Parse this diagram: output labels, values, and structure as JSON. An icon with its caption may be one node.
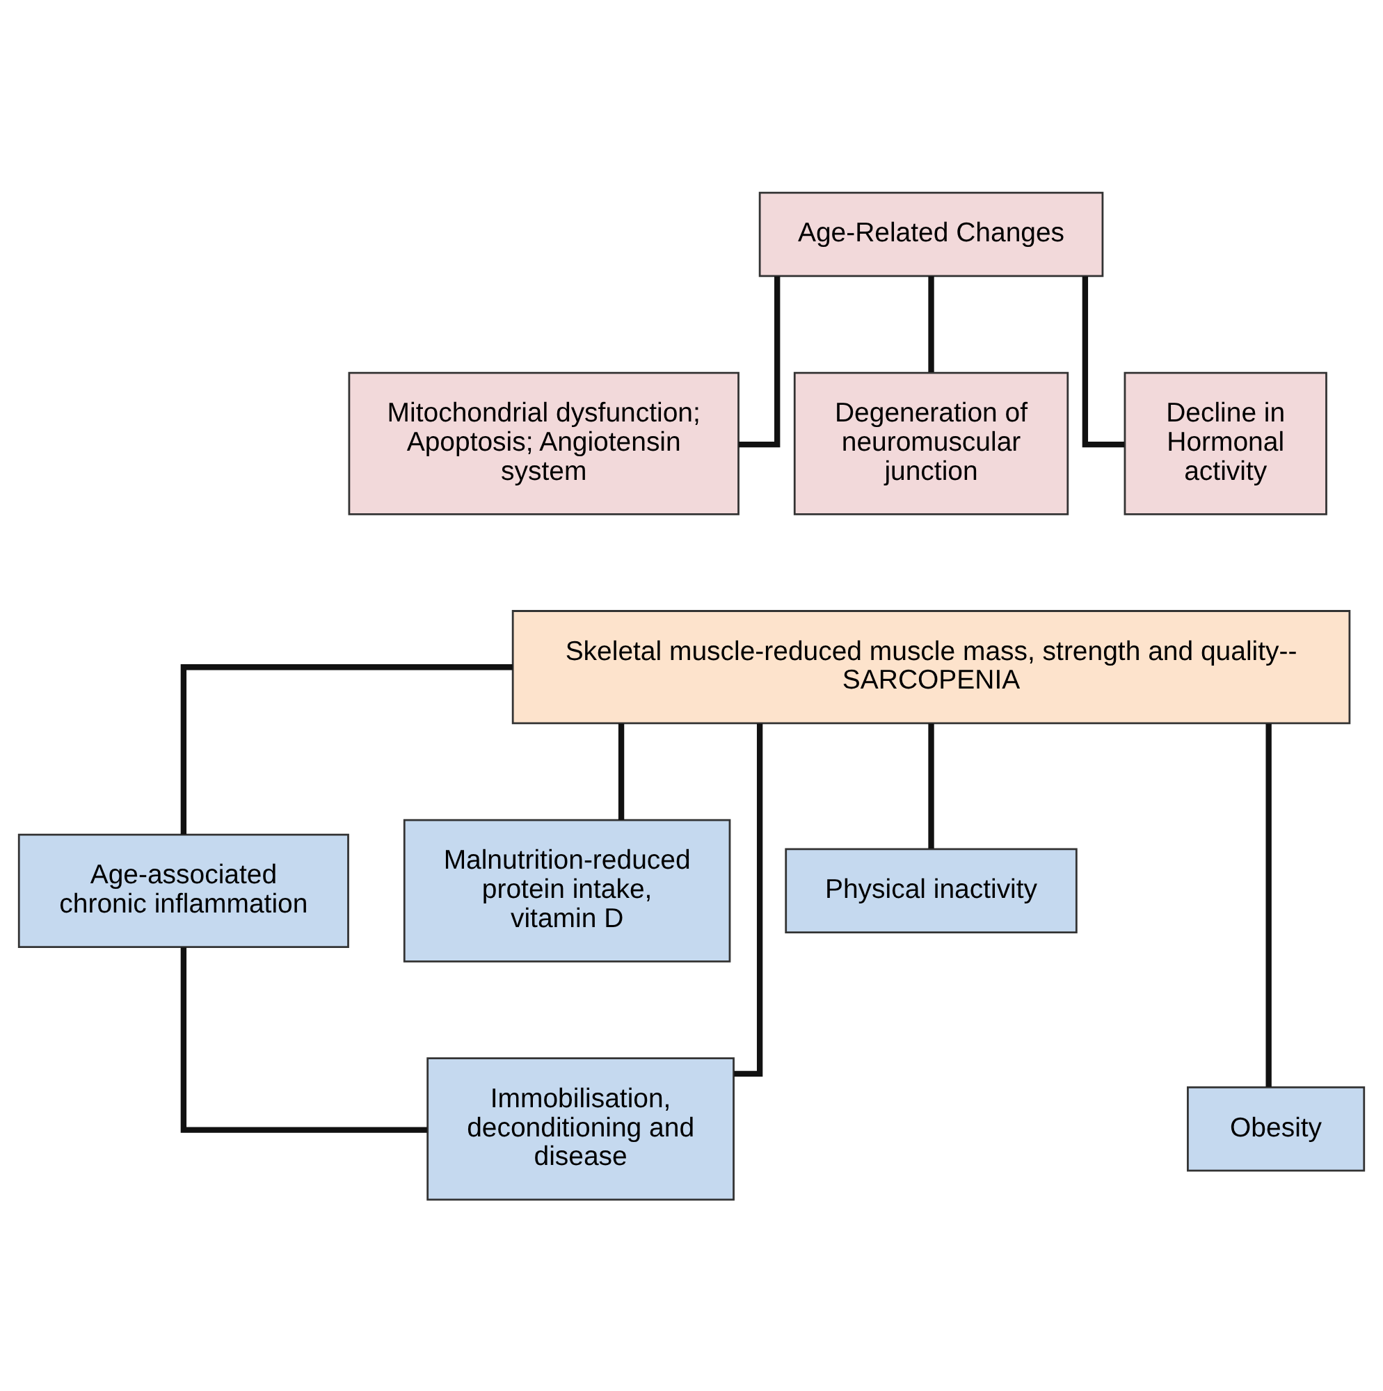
{
  "diagram": {
    "nodes": [
      {
        "text": [
          "Age-Related Changes"
        ]
      },
      {
        "text": [
          "Mitochondrial dysfunction; Apoptosis; Angiotensin system"
        ]
      },
      {
        "text": [
          "Degeneration of neuromuscular junction"
        ]
      },
      {
        "text": [
          "Decline in Hormonal activity"
        ]
      },
      {
        "text": [
          "Skeletal muscle-reduced muscle mass, strength and quality-- SARCOPENIA"
        ]
      },
      {
        "text": [
          "Age-associated chronic inflammation"
        ]
      },
      {
        "text": [
          "Malnutrition-reduced protein intake, vitamin D"
        ]
      },
      {
        "text": [
          "Physical inactivity"
        ]
      },
      {
        "text": [
          "Immobilisation, deconditioning and disease"
        ]
      },
      {
        "text": [
          "Obesity"
        ]
      }
    ],
    "edges": [
      {
        "from": 0,
        "to": 1,
        "arrow": "none"
      },
      {
        "from": 0,
        "to": 2,
        "arrow": "none"
      },
      {
        "from": 0,
        "to": 3,
        "arrow": "none"
      },
      {
        "from": 4,
        "to": 5,
        "arrow": "none"
      },
      {
        "from": 4,
        "to": 8,
        "arrow": "none"
      },
      {
        "from": 4,
        "to": 6,
        "arrow": "none"
      },
      {
        "from": 4,
        "to": 9,
        "arrow": "none"
      },
      {
        "from": 4,
        "to": 7,
        "arrow": "none"
      },
      {
        "from": 5,
        "to": 8,
        "arrow": "none"
      }
    ]
  }
}
